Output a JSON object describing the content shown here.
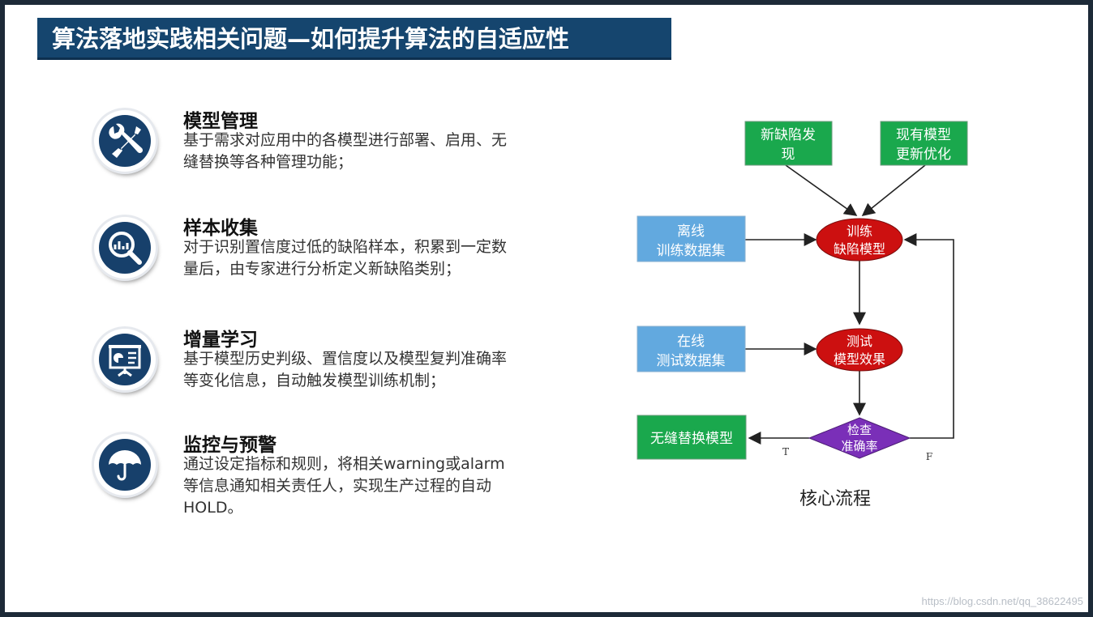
{
  "title": "算法落地实践相关问题—如何提升算法的自适应性",
  "features": [
    {
      "title": "模型管理",
      "desc": "基于需求对应用中的各模型进行部署、启用、无缝替换等各种管理功能；",
      "icon": "wrench-screwdriver-icon"
    },
    {
      "title": "样本收集",
      "desc": "对于识别置信度过低的缺陷样本，积累到一定数量后，由专家进行分析定义新缺陷类别；",
      "icon": "magnifier-chart-icon"
    },
    {
      "title": "增量学习",
      "desc": "基于模型历史判级、置信度以及模型复判准确率等变化信息，自动触发模型训练机制；",
      "icon": "presentation-board-icon"
    },
    {
      "title": "监控与预警",
      "desc": "通过设定指标和规则，将相关warning或alarm等信息通知相关责任人，实现生产过程的自动HOLD。",
      "icon": "umbrella-icon"
    }
  ],
  "flowchart": {
    "new_defect": [
      "新缺陷发",
      "现"
    ],
    "existing_model": [
      "现有模型",
      "更新优化"
    ],
    "offline_set": [
      "离线",
      "训练数据集"
    ],
    "train": [
      "训练",
      "缺陷模型"
    ],
    "online_set": [
      "在线",
      "测试数据集"
    ],
    "test": [
      "测试",
      "模型效果"
    ],
    "check": [
      "检查",
      "准确率"
    ],
    "replace": "无缝替换模型",
    "true_label": "T",
    "false_label": "F",
    "caption": "核心流程"
  },
  "watermark": "https://blog.csdn.net/qq_38622495",
  "colors": {
    "title_bar": "#15456e",
    "icon_circle": "#17406b",
    "green_box": "#1aa84d",
    "blue_box": "#62a9df",
    "red_oval": "#cc1010",
    "purple_diamond": "#7a2fb8"
  }
}
